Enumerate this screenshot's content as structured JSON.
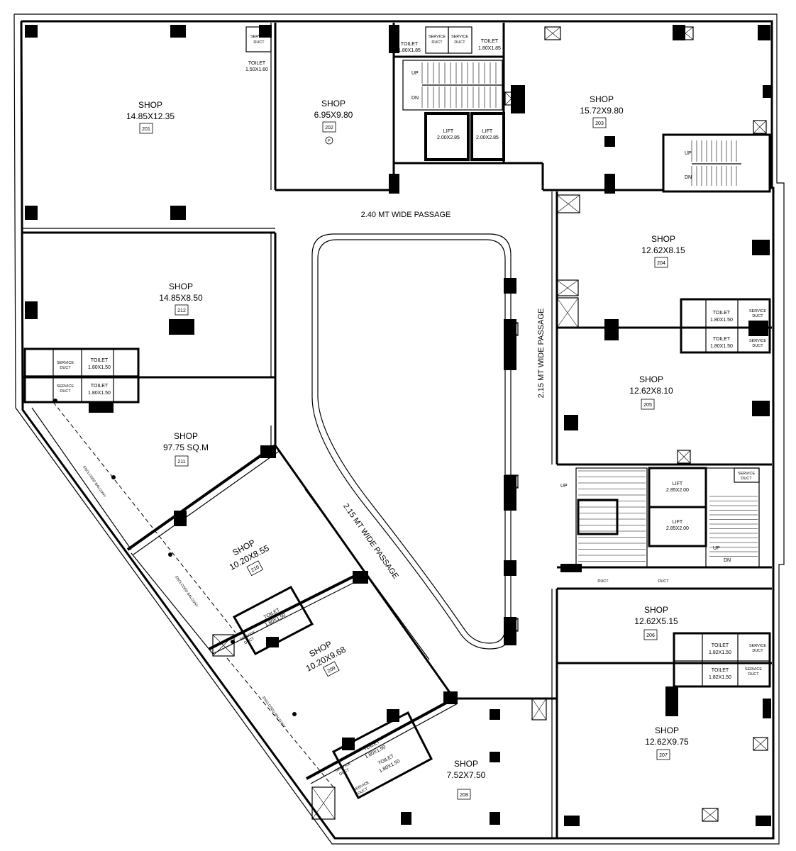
{
  "shops": [
    {
      "id": "201",
      "title": "SHOP",
      "dim": "14.85X12.35",
      "num": "201"
    },
    {
      "id": "202",
      "title": "SHOP",
      "dim": "6.95X9.80",
      "num": "202"
    },
    {
      "id": "203",
      "title": "SHOP",
      "dim": "15.72X9.80",
      "num": "203"
    },
    {
      "id": "204",
      "title": "SHOP",
      "dim": "12.62X8.15",
      "num": "204"
    },
    {
      "id": "205",
      "title": "SHOP",
      "dim": "12.62X8.10",
      "num": "205"
    },
    {
      "id": "206",
      "title": "SHOP",
      "dim": "12.62X5.15",
      "num": "206"
    },
    {
      "id": "207",
      "title": "SHOP",
      "dim": "12.62X9.75",
      "num": "207"
    },
    {
      "id": "208",
      "title": "SHOP",
      "dim": "7.52X7.50",
      "num": "208"
    },
    {
      "id": "209",
      "title": "SHOP",
      "dim": "10.20X9.68",
      "num": "209"
    },
    {
      "id": "210",
      "title": "SHOP",
      "dim": "10.20X8.55",
      "num": "210"
    },
    {
      "id": "211",
      "title": "SHOP",
      "dim": "97.75 SQ.M",
      "num": "211"
    },
    {
      "id": "212",
      "title": "SHOP",
      "dim": "14.85X8.50",
      "num": "212"
    }
  ],
  "passages": {
    "top": "2.40 MT WIDE PASSAGE",
    "right": "2.15 MT WIDE PASSAGE",
    "diagonal": "2.15 MT WIDE PASSAGE"
  },
  "toilets": [
    {
      "label": "TOILET",
      "dim": "1.50X1.60"
    },
    {
      "label": "TOILET",
      "dim": "1.80X1.85"
    },
    {
      "label": "TOILET",
      "dim": "1.80X1.85"
    },
    {
      "label": "TOILET",
      "dim": "1.80X1.50"
    },
    {
      "label": "TOILET",
      "dim": "1.80X1.50"
    },
    {
      "label": "TOILET",
      "dim": "1.80X1.50"
    },
    {
      "label": "TOILET",
      "dim": "1.80X1.50"
    },
    {
      "label": "TOILET",
      "dim": "1.82X1.50"
    },
    {
      "label": "TOILET",
      "dim": "1.82X1.50"
    },
    {
      "label": "TOILET",
      "dim": "1.80X1.50"
    },
    {
      "label": "TOILET",
      "dim": "1.80X1.50"
    },
    {
      "label": "TOILET",
      "dim": "1.80X1.50"
    }
  ],
  "lifts": [
    {
      "label": "LIFT",
      "dim": "2.00X2.85"
    },
    {
      "label": "LIFT",
      "dim": "2.00X2.85"
    },
    {
      "label": "LIFT",
      "dim": "2.85X2.00"
    },
    {
      "label": "LIFT",
      "dim": "2.85X2.00"
    }
  ],
  "service_duct": {
    "line1": "SERVICE",
    "line2": "DUCT"
  },
  "duct_short": "DUCT",
  "stairs": {
    "up": "UP",
    "dn": "DN"
  },
  "balcony": "ENCLOSED BALCONY",
  "p_symbol": "P"
}
